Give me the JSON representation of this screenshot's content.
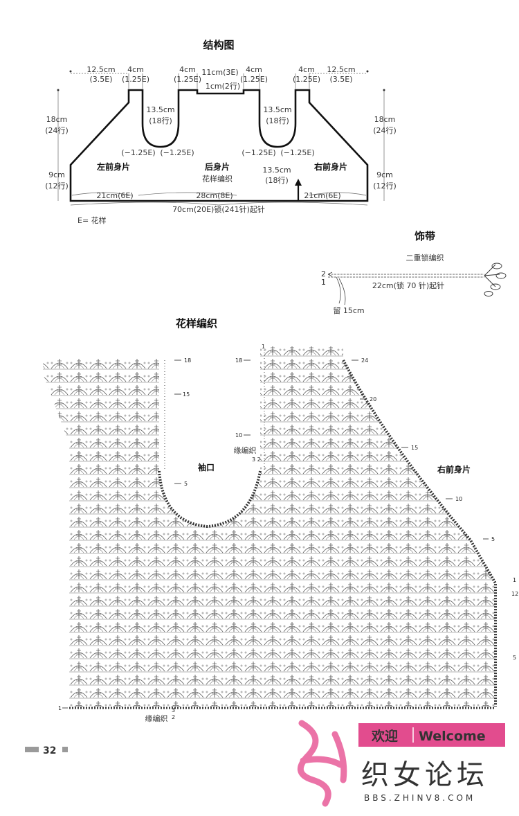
{
  "schematic": {
    "title": "结构图",
    "shoulder_outer_left": "12.5cm",
    "shoulder_outer_left_e": "(3.5E)",
    "shoulder_outer_right": "12.5cm",
    "shoulder_outer_right_e": "(3.5E)",
    "strap_w1": "4cm",
    "strap_w1_e": "(1.25E)",
    "strap_w2": "4cm",
    "strap_w2_e": "(1.25E)",
    "strap_w3": "4cm",
    "strap_w3_e": "(1.25E)",
    "strap_w4": "4cm",
    "strap_w4_e": "(1.25E)",
    "back_neck": "11cm(3E)",
    "back_neck_drop": "1cm(2行)",
    "armhole_left": "13.5cm",
    "armhole_left_rows": "(18行)",
    "armhole_right": "13.5cm",
    "armhole_right_rows": "(18行)",
    "dec_1": "(−1.25E)",
    "dec_2": "(−1.25E)",
    "dec_3": "(−1.25E)",
    "dec_4": "(−1.25E)",
    "upper_left": "18cm",
    "upper_left_rows": "(24行)",
    "upper_right": "18cm",
    "upper_right_rows": "(24行)",
    "lower_left": "9cm",
    "lower_left_rows": "(12行)",
    "lower_right": "9cm",
    "lower_right_rows": "(12行)",
    "left_front": "左前身片",
    "back": "后身片",
    "pattern": "花样编织",
    "right_front": "右前身片",
    "center_h": "13.5cm",
    "center_h_rows": "(18行)",
    "width_left": "21cm(6E)",
    "width_back": "28cm(8E)",
    "width_right": "21cm(6E)",
    "total": "70cm(20E)锁(241针)起针",
    "legend": "E= 花样"
  },
  "tie": {
    "title": "饰带",
    "stitch": "二重锁编织",
    "row2": "2",
    "row1": "1",
    "length": "22cm(锁 70 针)起针",
    "tail": "留 15cm"
  },
  "chart": {
    "title": "花样编织",
    "sleeve": "袖口",
    "edging_1": "缘编织",
    "edging_2": "缘编织",
    "right_front": "右前身片",
    "left_r18": "18",
    "left_r15": "15",
    "left_r5": "5",
    "mid_r18": "18",
    "mid_r10": "10",
    "mid_r1": "1",
    "mid_r32": "3 2",
    "right_r24": "24",
    "right_r20": "20",
    "right_r15": "15",
    "right_r10": "10",
    "right_r5": "5",
    "edge_r1": "1",
    "edge_r12": "12",
    "edge_r5": "5",
    "bottom_r1": "1",
    "bottom_r3": "3",
    "bottom_r2": "2"
  },
  "footer": {
    "page": "32",
    "welcome_cn": "欢迎",
    "welcome_en": "Welcome",
    "forum_name": "织女论坛",
    "forum_url": "BBS.ZHINV8.COM"
  }
}
